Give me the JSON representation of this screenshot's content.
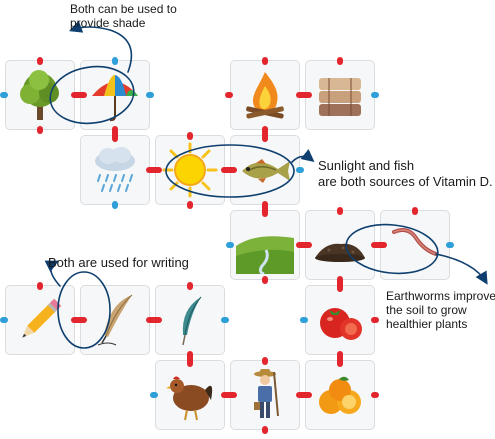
{
  "notes": {
    "shade": [
      "Both can be used to",
      "provide shade"
    ],
    "vitamin": [
      "Sunlight and fish",
      "are both sources of Vitamin D."
    ],
    "writing": [
      "Both are used for writing"
    ],
    "earthworms": [
      "Earthworms improve",
      "the soil to grow",
      "healthier plants"
    ]
  },
  "tiles": [
    {
      "id": "tree",
      "icon": "tree-icon"
    },
    {
      "id": "umbrella",
      "icon": "umbrella-icon"
    },
    {
      "id": "fire",
      "icon": "campfire-icon"
    },
    {
      "id": "blankets",
      "icon": "folded-blankets-icon"
    },
    {
      "id": "rain",
      "icon": "rain-cloud-icon"
    },
    {
      "id": "sun",
      "icon": "sun-icon"
    },
    {
      "id": "fish",
      "icon": "fish-icon"
    },
    {
      "id": "field",
      "icon": "green-field-icon"
    },
    {
      "id": "soil",
      "icon": "soil-mound-icon"
    },
    {
      "id": "worm",
      "icon": "earthworm-icon"
    },
    {
      "id": "pencil",
      "icon": "pencil-icon"
    },
    {
      "id": "quill",
      "icon": "quill-pen-icon"
    },
    {
      "id": "feather",
      "icon": "feather-icon"
    },
    {
      "id": "tomato",
      "icon": "tomatoes-icon"
    },
    {
      "id": "hen",
      "icon": "hen-icon"
    },
    {
      "id": "farmer",
      "icon": "farmer-icon"
    },
    {
      "id": "oranges",
      "icon": "oranges-icon"
    }
  ],
  "colors": {
    "connector_red": "#e3262e",
    "connector_blue": "#2e9fd8",
    "tile_bg": "#f6f7f8",
    "ink": "#0e3f6e"
  }
}
